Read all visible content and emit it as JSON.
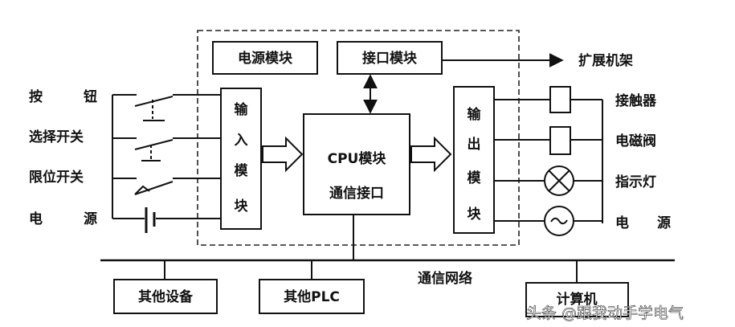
{
  "diagram": {
    "modules": {
      "power": "电源模块",
      "interface": "接口模块",
      "input": [
        "输",
        "入",
        "模",
        "块"
      ],
      "cpu": "CPU模块",
      "comm_interface": "通信接口",
      "output": [
        "输",
        "出",
        "模",
        "块"
      ]
    },
    "expansion": "扩展机架",
    "inputs": {
      "button": [
        "按",
        "钮"
      ],
      "selector": "选择开关",
      "limit": "限位开关",
      "power": [
        "电",
        "源"
      ]
    },
    "outputs": {
      "contactor": "接触器",
      "valve": "电磁阀",
      "lamp": "指示灯",
      "power": [
        "电",
        "源"
      ]
    },
    "network": {
      "label": "通信网络",
      "devices": [
        "其他设备",
        "其他PLC",
        "计算机"
      ]
    },
    "watermark": "头条 @跟我动手学电气"
  }
}
